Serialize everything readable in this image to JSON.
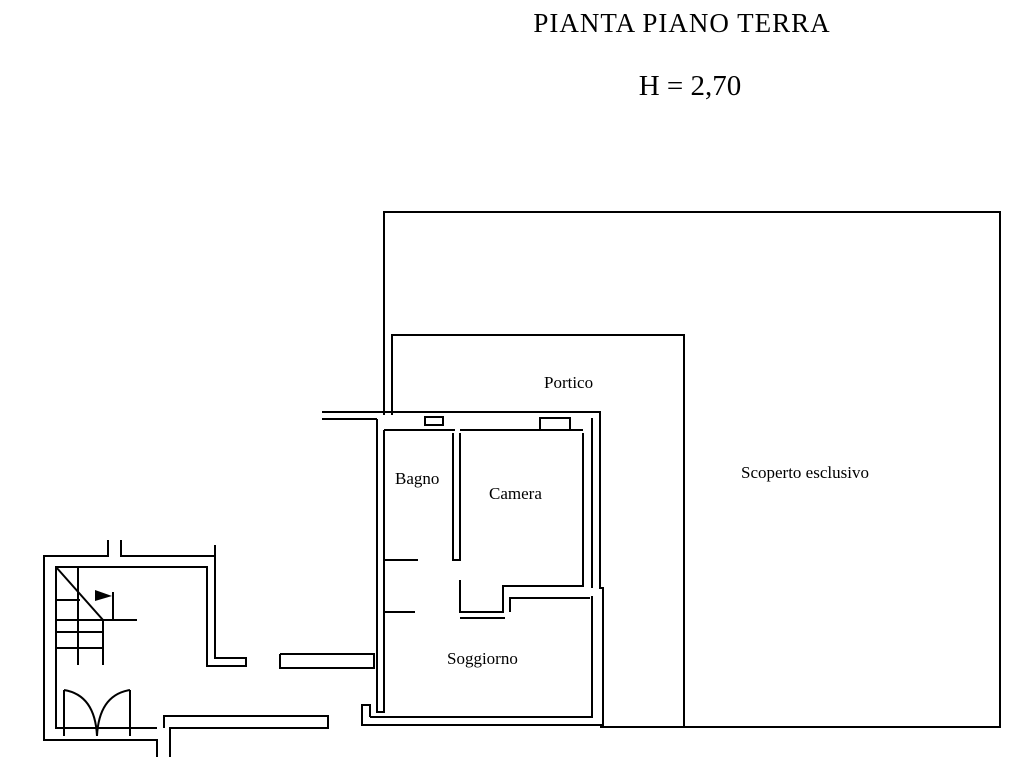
{
  "header": {
    "title": "PIANTA PIANO TERRA",
    "height_label": "H = 2,70"
  },
  "rooms": {
    "portico": "Portico",
    "bagno": "Bagno",
    "camera": "Camera",
    "soggiorno": "Soggiorno",
    "scoperto": "Scoperto esclusivo"
  }
}
